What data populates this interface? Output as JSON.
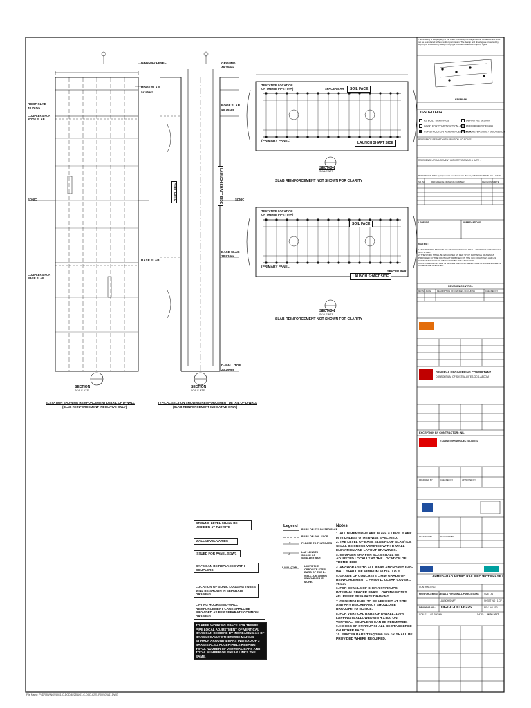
{
  "drawing": {
    "elevation_labels": {
      "ground": "GROUND LEVEL",
      "roof_slab": "ROOF SLAB",
      "roof_slab_level": "48.761m",
      "couplers_for_roof_slab": "COUPLERS FOR ROOF SLAB",
      "base_slab": "BASE SLAB",
      "couplers_for_base_slab": "COUPLERS FOR BASE SLAB",
      "sonic_left": "SONIC",
      "section_title": "SECTION",
      "section_scale": "SCALE NTS",
      "caption_line1": "ELEVATION SHOWING REINFORCEMENT DETAIL OF D-WALL",
      "caption_line2": "(SLAB REINFORCEMENT INDICATIVE ONLY)"
    },
    "typical_section_labels": {
      "ground": "GROUND",
      "ground_level": "49.250m",
      "roof_slab": "ROOF SLAB",
      "roof_slab_level": "47.401m",
      "roof_slab2": "ROOF SLAB",
      "roof_slab2_level": "46.761m",
      "base_slab": "BASE SLAB",
      "base_slab_level": "38.910m",
      "sonic_right": "SONIC",
      "soil_face": "SOIL FACE",
      "launch_shaft_side": "LAUNCH SHAFT SIDE",
      "dwall_toe": "D-WALL TOE",
      "dwall_toe_level": "23.290m",
      "section_title": "SECTION",
      "section_scale": "SCALE NTS",
      "caption_line1": "TYPICAL SECTION SHOWING REINFORCEMENT DETAIL OF D-WALL",
      "caption_line2": "(SLAB REINFORCEMENT INDICATIVE ONLY)"
    },
    "plan_top": {
      "tremie_note": "TENTATIVE LOCATION OF TREMIE PIPE (TYP.)",
      "spacer_bar": "SPACER BAR",
      "soil_face": "SOIL FACE",
      "primary_panel": "(PRIMARY PANEL)",
      "launch_shaft_side": "LAUNCH SHAFT SIDE",
      "section_title": "SECTION",
      "section_scale": "SCALE NTS",
      "slab_note": "SLAB REINFORCEMENT NOT SHOWN FOR CLARITY"
    },
    "plan_bottom": {
      "tremie_note": "TENTATIVE LOCATION OF TREMIE PIPE (TYP.)",
      "soil_face": "SOIL FACE",
      "primary_panel": "(PRIMARY PANEL)",
      "launch_shaft_side": "LAUNCH SHAFT SIDE",
      "spacer_bar": "SPACER BAR",
      "section_title": "SECTION",
      "section_scale": "SCALE NTS",
      "slab_note": "SLAB REINFORCEMENT NOT SHOWN FOR CLARITY"
    }
  },
  "box_notes": [
    "GROUND LEVEL SHALL BE VERIFIED AT THE SITE.",
    "WALL LEVEL VARIES",
    "ISSUED FOR PANEL SGW1",
    "CAPS CAN BE REPLACED WITH COUPLERS",
    "LOCATION OF SONIC LOGGING TUBES WILL BE SHOWN IN SEPARATE DRAWING",
    "LIFTING HOOKS IN D-WALL REINFORCEMENT CAGE SHALL BE PROVIDED AS PER SEPARATE COMMON DRAWING.",
    "TO KEEP WORKING SPACE FOR TREMIE PIPE LOCAL ADJUSTMENT OF VERTICAL BARS CAN BE DONE BY INCREASING c/c OF BARS LOCALLY OTHERWISE MAKING STIRRUP AROUND 4 BARS INSTEAD OF 3 BARS IS ALSO ACCEPTABLE KEEPING TOTAL NUMBER OF VERTICAL BARS AND TOTAL NUMBER OF SHEAR LINKS THE SAME."
  ],
  "legend": {
    "title": "Legend",
    "items": [
      "BARS ON EXCAVATED FACE",
      "BARS ON SOIL FACE",
      "PLEASE TO THAT BARS",
      "LAP LENGTH SHOCK OF SMALLER BAR",
      "LIMITS THE OPPOSITE STEEL BARS OF THE D-WALL, ON 300mm WHICHEVER IS MORE."
    ],
    "codes": [
      "T",
      "Lt",
      "L MIN. (TYP)"
    ]
  },
  "notes": {
    "title": "Notes",
    "items": [
      "1.  ALL DIMENSIONS ARE IN mm & LEVELS ARE IN m UNLESS OTHERWISE SPECIFIED.",
      "2.  THE LEVEL OF BASE SLAB/ROOF SLAB/TOE SHALL BE CROSS-VERIFIED WITH D-WALL ELEVATION AND LAYOUT DRAWINGS.",
      "3.  COUPLER MAY FOR SLAB SHALL BE ADJUSTED LOCALLY AT THE LOCATION OF TREMIE PIPE.",
      "4.  ANCHORAGE TO ALL BARS ANCHORED IN D-WALL SHALL BE MINIMUM 50 DIA U.O.S.",
      "5.  GRADE OF CONCRETE = M40  GRADE OF REINFORCEMENT = Fe 500 D.  CLEAR COVER = 75mm",
      "6.  FOR DETAILS OF SHEAR STIRRUPS, INTERNAL SPACER BARS, LOADING NOTES etc. REFER SEPARATE DRAWING.",
      "7.  GROUND LEVEL TO BE VERIFIED AT SITE AND ANY DISCREPANCY SHOULD BE BROUGHT TO NOTICE.",
      "8.  FOR VERTICAL BARS OF D-WALL, 100% LAPPING IS ALLOWED WITH 1.5Ld ON VERTICAL, COUPLERS CAN BE PERMITTED.",
      "9.  HOOKS OF STIRRUP SHALL BE STAGGERED ON EITHER FACE.",
      "10. SPACER BARS T25@2000 mm c/c SHALL BE PROVIDED WHERE REQUIRED."
    ]
  },
  "title_block": {
    "copyright": "This drawing is the property of the client. The design is subject to the conditions and shall not be reproduced without written permission. The design and drawing are protected by copyright. Protected by design copyright of other intellectual property rights.",
    "key_plan": "KEY PLAN",
    "issued_for": "ISSUED FOR",
    "options": [
      {
        "label": "AS BUILT DRAWINGS",
        "checked": false
      },
      {
        "label": "DEFINITIVE DESIGN",
        "checked": false
      },
      {
        "label": "GOOD FOR CONSTRUCTION - M/C",
        "checked": false
      },
      {
        "label": "PRELIMINARY DESIGN",
        "checked": false
      },
      {
        "label": "CONSTRUCTION REFERENCE DRAWING",
        "checked": true
      },
      {
        "label": "FOR REFERENCE / DISCUSSION",
        "checked": false
      }
    ],
    "reference_report": "REFERENCE REPORT WITH REVISION NO & DATE :",
    "reference_arrangement": "REFERENCE ARRANGEMENT WITH REVISION NO & DATE :",
    "reference_dwg": "REFERENCE DWG. (Alignment/Land Plan/Arch./Struct.) WITH REVISION NO & DATE",
    "ref_cols": [
      "SR. NO",
      "REFERENCE DRAWING NUMBER",
      "REVISION NO",
      "DATE"
    ],
    "legends_hdr": "LEGENDS",
    "abbreviations_hdr": "ABBREVIATIONS",
    "notes_hdr": "NOTES :",
    "tb_notes": [
      "1. TEMPORARY STRUCTURE DRAWINGS IF ANY SHALL BE PROOF CHECKED BY GDC & GEC.",
      "2. THE WORK SHALL BE EXECUTED AS PER SHOP INCHARGE DRAWINGS PREPARED BY THE CONTRACTOR BASED ON THE GFC DRAWINGS AND AS CONSENTED FOR NO OBJECTION BY THE ENGINEER.",
      "3. ALL DIMENSIONS ARE IN MILLIMETRES AND LEVELS ARE IN METRES UNLESS OTHERWISE SPECIFIED."
    ],
    "revision_control": "REVISION CONTROL",
    "rev_cols": [
      "REV. NO.",
      "DATE",
      "DESCRIPTION OF CHANGES / CLOUDING",
      "CHECKED BY"
    ],
    "gec_name": "GENERAL ENGINEERING CONSULTANT",
    "gec_sub": "CONSORTIUM OF SYSTRA-RITES-OCG-AECOM",
    "exception_contractor": "EXCEPTION BY CONTRACTOR : NIL",
    "contractor_name": "J KUMAR INFRAPROJECTS LIMITED",
    "project_name": "AHMEDABAD METRO RAIL PROJECT PHASE I",
    "drawing_title": "REINFORCEMENT DETAILS FOR D-WALL PANELS SGW1",
    "location": "LAUNCH SHAFT",
    "drawing_no_label": "DRAWING NO :",
    "drawing_no": "UG1-C-DCD-6225",
    "scale_label": "SCALE :",
    "scale": "AS SHOWN",
    "sheet_no": "SHEET NO : 1 OF 1",
    "rev_no": "REV. NO : R0",
    "date_label": "DATE :",
    "date": "26.05.2017",
    "size": "SIZE : A1",
    "contract_no": "CONTRACT NO.",
    "prepared_by": "PREPARED BY",
    "checked_by": "CHECKED BY",
    "approved_by": "APPROVED BY",
    "designed_by": "DESIGNED BY",
    "reviewed_by": "REVIEWED BY"
  },
  "file_path": "File Name: P:\\DRAWINGS\\UG1-C-DCD-6225\\UG1-C-DCD-6225-R0 (SGW1).DWG"
}
